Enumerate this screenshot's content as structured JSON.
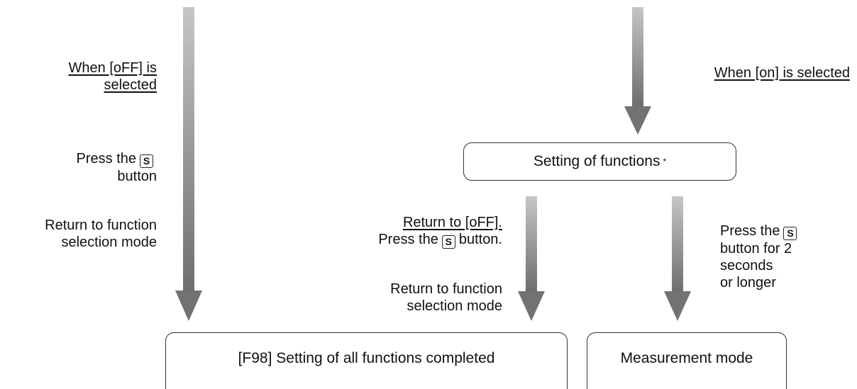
{
  "labels": {
    "off_selected_l1": "When [oFF] is",
    "off_selected_l2": "selected",
    "press_s_l1": "Press the",
    "press_s_l2": "button",
    "return_left_l1": "Return to function",
    "return_left_l2": "selection mode",
    "on_selected": "When [on] is selected",
    "return_to_off": "Return to [oFF].",
    "press_mid_pre": "Press the",
    "press_mid_post": "button.",
    "return_mid_l1": "Return to function",
    "return_mid_l2": "selection mode",
    "press_right_pre": "Press the",
    "press_right_l2": "button for 2",
    "press_right_l3": "seconds",
    "press_right_l4": "or longer"
  },
  "boxes": {
    "setting_functions": "Setting of functions",
    "asterisk": "*",
    "f98_complete": "[F98] Setting of all functions completed",
    "measurement_mode": "Measurement mode"
  },
  "icons": {
    "s_button_glyph": "S",
    "arrow_color_light": "#c4c4c4",
    "arrow_color_dark": "#707070"
  }
}
